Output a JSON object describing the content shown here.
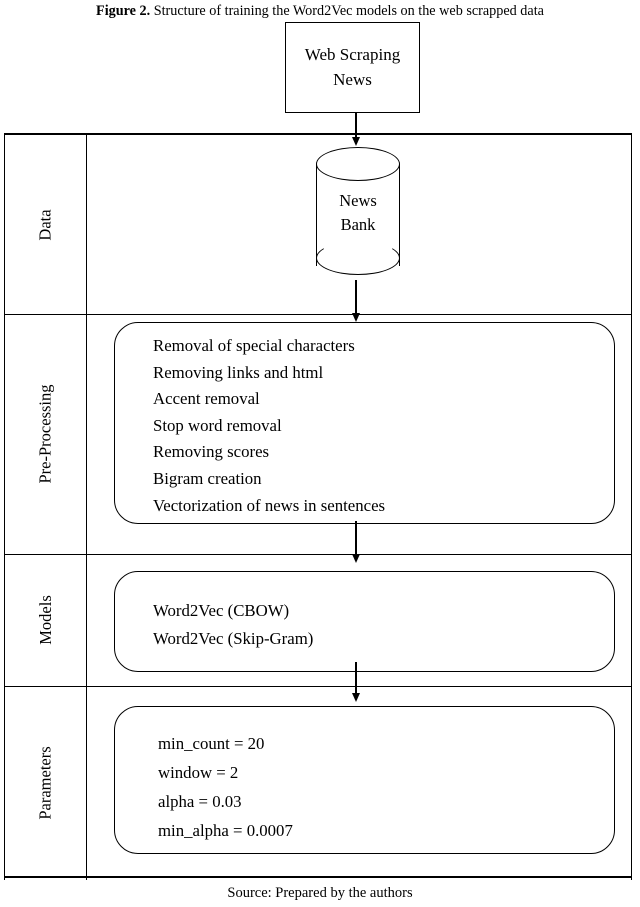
{
  "caption": {
    "label": "Figure 2.",
    "text": "Structure of training the Word2Vec models on the web scrapped data"
  },
  "source_note": "Source: Prepared by the authors",
  "flow": {
    "top_box": {
      "name": "web-scraping-news",
      "line1": "Web Scraping",
      "line2": "News"
    },
    "database": {
      "name": "news-bank",
      "line1": "News",
      "line2": "Bank"
    },
    "rows": [
      {
        "id": "data",
        "label": "Data"
      },
      {
        "id": "preprocessing",
        "label": "Pre-Processing",
        "items": [
          "Removal of special characters",
          "Removing links and html",
          "Accent removal",
          "Stop word removal",
          "Removing scores",
          "Bigram creation",
          "Vectorization of news in sentences"
        ]
      },
      {
        "id": "models",
        "label": "Models",
        "items": [
          "Word2Vec (CBOW)",
          "Word2Vec (Skip-Gram)"
        ]
      },
      {
        "id": "parameters",
        "label": "Parameters",
        "items": [
          "min_count = 20",
          "window = 2",
          "alpha = 0.03",
          "min_alpha = 0.0007"
        ]
      }
    ],
    "arrows": [
      {
        "id": "scrape-to-bank",
        "from": "web-scraping-news",
        "to": "news-bank"
      },
      {
        "id": "bank-to-prep",
        "from": "news-bank",
        "to": "preprocessing"
      },
      {
        "id": "prep-to-models",
        "from": "preprocessing",
        "to": "models"
      },
      {
        "id": "models-to-params",
        "from": "models",
        "to": "parameters"
      }
    ]
  },
  "colors": {
    "ink": "#000000",
    "paper": "#ffffff"
  }
}
